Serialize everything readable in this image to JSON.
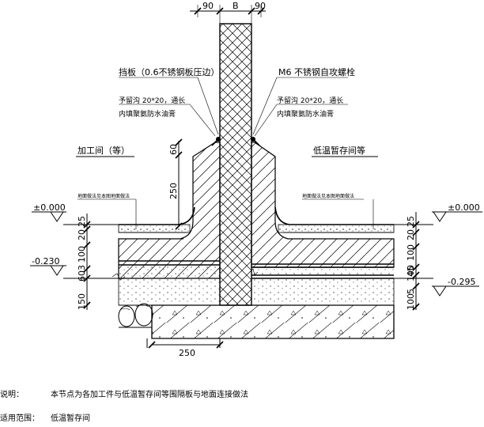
{
  "dimensions": {
    "top_left": "90",
    "top_mid": "B",
    "top_right": "90",
    "v_60": "60",
    "v_250": "250",
    "left_25": "25",
    "left_20": "20",
    "left_100": "100",
    "left_603": "603",
    "left_150": "150",
    "right_25": "25",
    "right_20": "20",
    "right_100": "100",
    "right_45": "45",
    "right_100b": "100",
    "right_5": "5",
    "right_100c": "100",
    "bottom_250": "250"
  },
  "elevations": {
    "left_zero": "±0.000",
    "right_zero": "±0.000",
    "left_low": "-0.230",
    "right_low": "-0.295"
  },
  "labels": {
    "cap_flashing": "挡板（0.6不锈钢板压边）",
    "bolt": "M6 不锈钢自攻螺栓",
    "groove_left_1": "予留沟 20*20，通长",
    "groove_left_2": "内填聚氨防水油膏",
    "groove_right_1": "予留沟 20*20，通长",
    "groove_right_2": "内填聚氨防水油膏",
    "room_left": "加工间（等）",
    "room_right": "低温暂存间等",
    "floor_note_left": "地面做法见本图地面做法",
    "floor_note_right": "地面做法见本图地面做法"
  },
  "footer": {
    "note_label": "说明：",
    "note_text": "本节点为各加工件与低温暂存间等围隔板与地面连接做法",
    "scope_label": "适用范围：",
    "scope_text": "低温暂存间"
  }
}
